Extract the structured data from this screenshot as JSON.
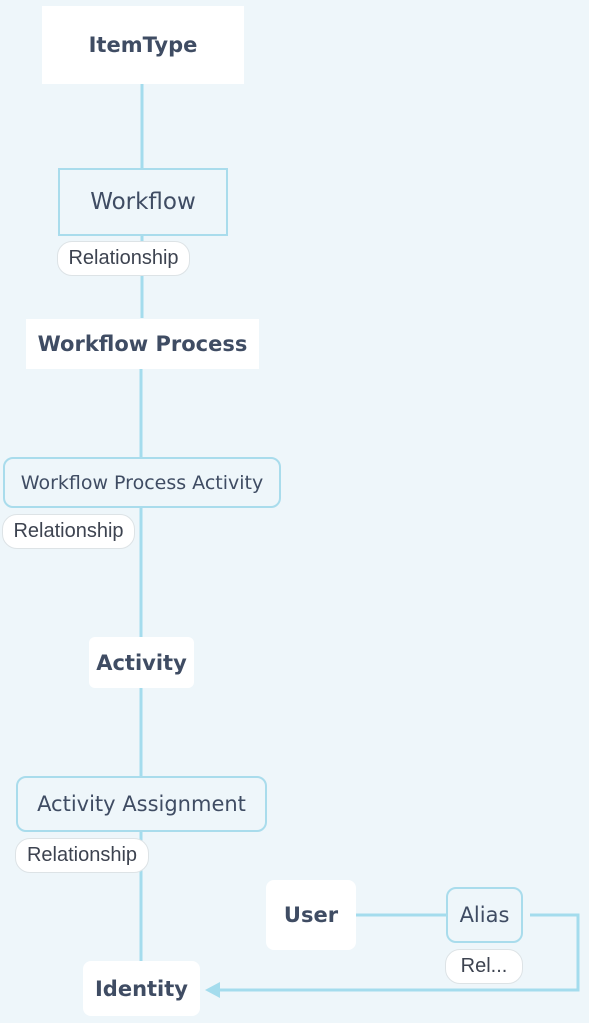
{
  "diagram": {
    "colors": {
      "background": "#eef6fa",
      "connector": "#a4dced",
      "node_text": "#3f4c63",
      "node_border": "#a9dcec",
      "pill_border": "#dde3e6"
    },
    "nodes": {
      "itemtype": "ItemType",
      "workflow": "Workflow",
      "workflow_process": "Workflow Process",
      "workflow_process_activity": "Workflow Process Activity",
      "activity": "Activity",
      "activity_assignment": "Activity Assignment",
      "identity": "Identity",
      "user": "User",
      "alias": "Alias"
    },
    "relationship_labels": {
      "workflow": "Relationship",
      "workflow_process_activity": "Relationship",
      "activity_assignment": "Relationship",
      "alias": "Rel..."
    }
  }
}
